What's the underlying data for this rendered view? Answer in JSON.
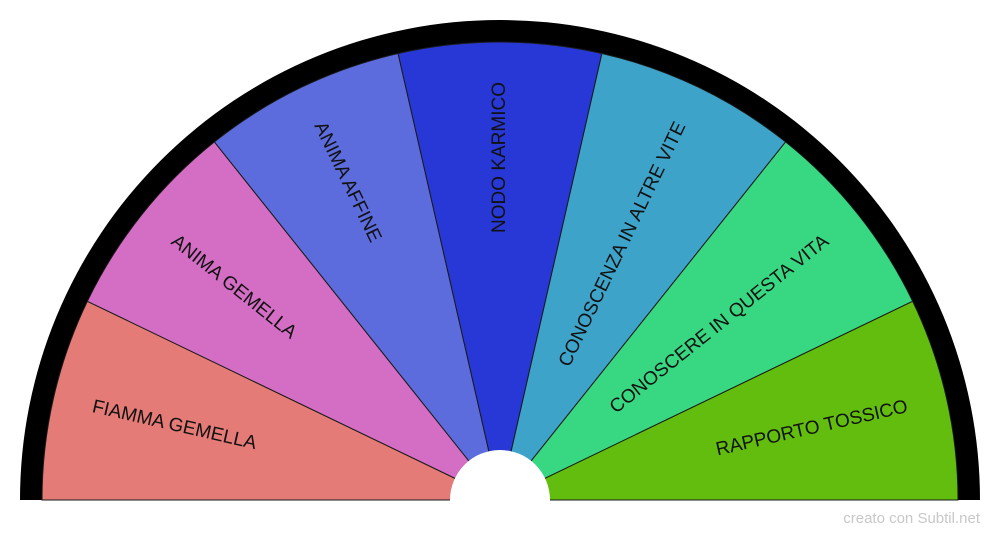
{
  "credit": "creato con Subtil.net",
  "colors": {
    "rim": "#000000",
    "divider": "#1a1a1a",
    "hub": "#ffffff"
  },
  "segments": [
    {
      "label": "FIAMMA GEMELLA",
      "color": "#e57b76"
    },
    {
      "label": "ANIMA GEMELLA",
      "color": "#d46ec4"
    },
    {
      "label": "ANIMA AFFINE",
      "color": "#5d6cdc"
    },
    {
      "label": "NODO KARMICO",
      "color": "#2738d6"
    },
    {
      "label": "CONOSCENZA IN ALTRE VITE",
      "color": "#3ea3c9"
    },
    {
      "label": "CONOSCERE IN QUESTA VITA",
      "color": "#38d882"
    },
    {
      "label": "RAPPORTO TOSSICO",
      "color": "#63bd0e"
    }
  ]
}
